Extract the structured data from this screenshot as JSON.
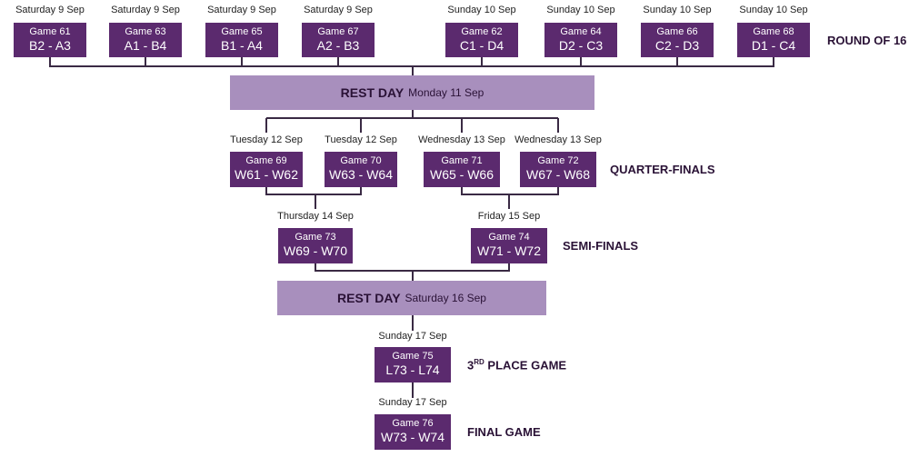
{
  "round_of_16": {
    "label": "ROUND OF 16",
    "games": [
      {
        "date": "Saturday 9 Sep",
        "game": "Game 61",
        "match": "B2 - A3"
      },
      {
        "date": "Saturday 9 Sep",
        "game": "Game 63",
        "match": "A1 - B4"
      },
      {
        "date": "Saturday 9 Sep",
        "game": "Game 65",
        "match": "B1 - A4"
      },
      {
        "date": "Saturday 9 Sep",
        "game": "Game 67",
        "match": "A2 - B3"
      },
      {
        "date": "Sunday 10 Sep",
        "game": "Game 62",
        "match": "C1 - D4"
      },
      {
        "date": "Sunday 10 Sep",
        "game": "Game 64",
        "match": "D2 - C3"
      },
      {
        "date": "Sunday 10 Sep",
        "game": "Game 66",
        "match": "C2 - D3"
      },
      {
        "date": "Sunday 10 Sep",
        "game": "Game 68",
        "match": "D1 - C4"
      }
    ]
  },
  "rest_day_1": {
    "title": "REST DAY",
    "date": "Monday 11 Sep"
  },
  "quarter_finals": {
    "label": "QUARTER-FINALS",
    "games": [
      {
        "date": "Tuesday 12 Sep",
        "game": "Game 69",
        "match": "W61 - W62"
      },
      {
        "date": "Tuesday 12 Sep",
        "game": "Game 70",
        "match": "W63 - W64"
      },
      {
        "date": "Wednesday 13 Sep",
        "game": "Game 71",
        "match": "W65 - W66"
      },
      {
        "date": "Wednesday 13 Sep",
        "game": "Game 72",
        "match": "W67 - W68"
      }
    ]
  },
  "semi_finals": {
    "label": "SEMI-FINALS",
    "games": [
      {
        "date": "Thursday 14 Sep",
        "game": "Game 73",
        "match": "W69 - W70"
      },
      {
        "date": "Friday 15 Sep",
        "game": "Game 74",
        "match": "W71 - W72"
      }
    ]
  },
  "rest_day_2": {
    "title": "REST DAY",
    "date": "Saturday 16 Sep"
  },
  "third_place": {
    "label_prefix": "3",
    "label_sup": "RD",
    "label_suffix": " PLACE GAME",
    "date": "Sunday 17 Sep",
    "game": "Game 75",
    "match": "L73 - L74"
  },
  "final": {
    "label": "FINAL GAME",
    "date": "Sunday 17 Sep",
    "game": "Game 76",
    "match": "W73 - W74"
  },
  "colors": {
    "box": "#5b2a6e",
    "rest": "#a88fbd",
    "line": "#3a2a44"
  }
}
